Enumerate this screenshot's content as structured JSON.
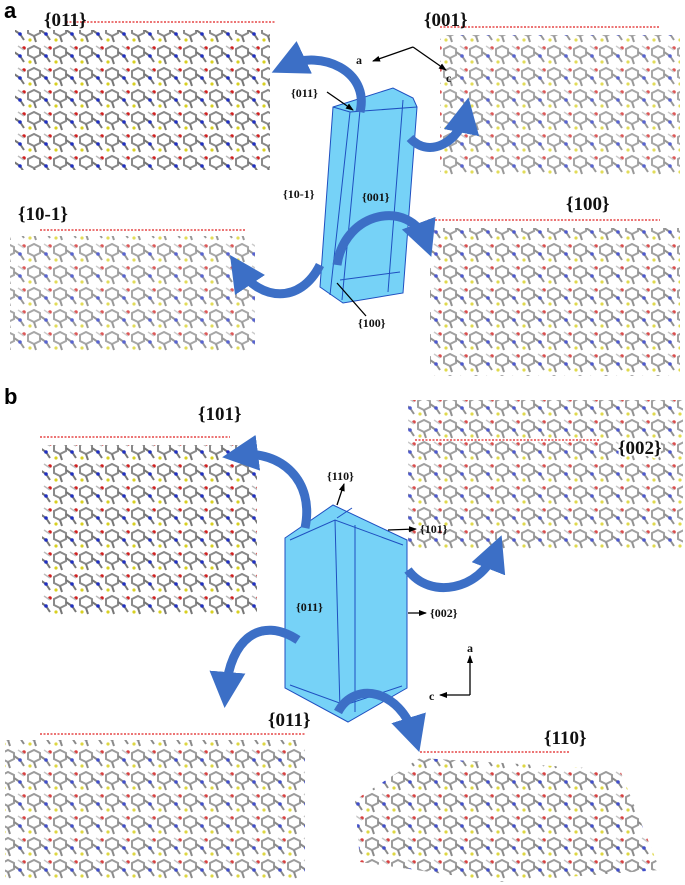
{
  "panel_a": {
    "label": "a",
    "faces": {
      "top_left": "{011}",
      "top_right": "{001}",
      "bottom_left": "{10-1}",
      "bottom_right": "{100}"
    },
    "crystal_labels": {
      "top": "{011}",
      "left": "{10-1}",
      "front": "{001}",
      "bottom": "{100}"
    },
    "axes": {
      "a": "a",
      "c": "c"
    }
  },
  "panel_b": {
    "label": "b",
    "faces": {
      "top_left": "{101}",
      "top_right": "{002}",
      "bottom_left": "{011}",
      "bottom_right": "{110}"
    },
    "crystal_labels": {
      "top": "{110}",
      "right_upper": "{101}",
      "front": "{011}",
      "right_lower": "{002}"
    },
    "axes": {
      "a": "a",
      "c": "c"
    }
  },
  "colors": {
    "crystal": "#6fd0f7",
    "arrow": "#3c6fc6",
    "surface_line": "#e02020"
  }
}
